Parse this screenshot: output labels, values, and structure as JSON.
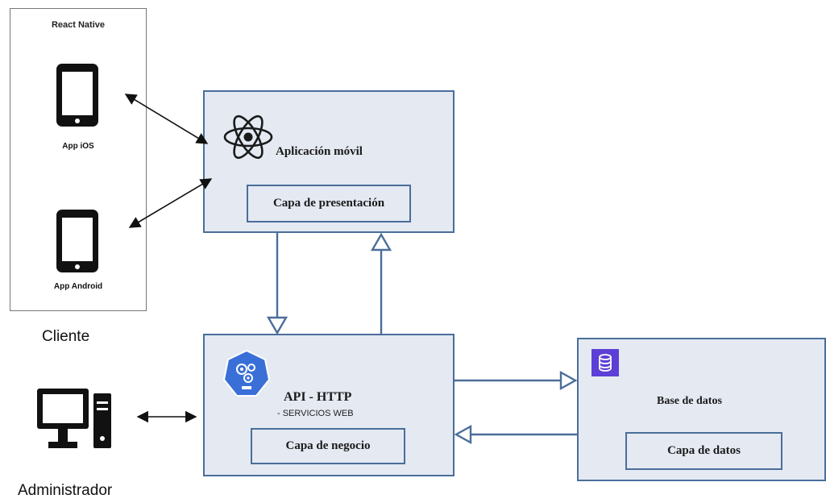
{
  "client": {
    "framework_label": "React Native",
    "ios_label": "App iOS",
    "android_label": "App Android",
    "title": "Cliente"
  },
  "admin": {
    "title": "Administrador"
  },
  "mobile_app": {
    "title": "Aplicación móvil",
    "layer": "Capa de presentación",
    "icon": "react-icon"
  },
  "api": {
    "title": "API - HTTP",
    "subtitle": "- SERVICIOS WEB",
    "layer": "Capa de negocio",
    "icon": "kubernetes-api-icon"
  },
  "database": {
    "title": "Base de datos",
    "layer": "Capa de datos",
    "icon": "database-icon"
  },
  "colors": {
    "box_fill": "#e4e9f2",
    "box_border": "#4a6e9a",
    "api_badge": "#3a6fd8",
    "db_badge": "#5b3fd6"
  }
}
